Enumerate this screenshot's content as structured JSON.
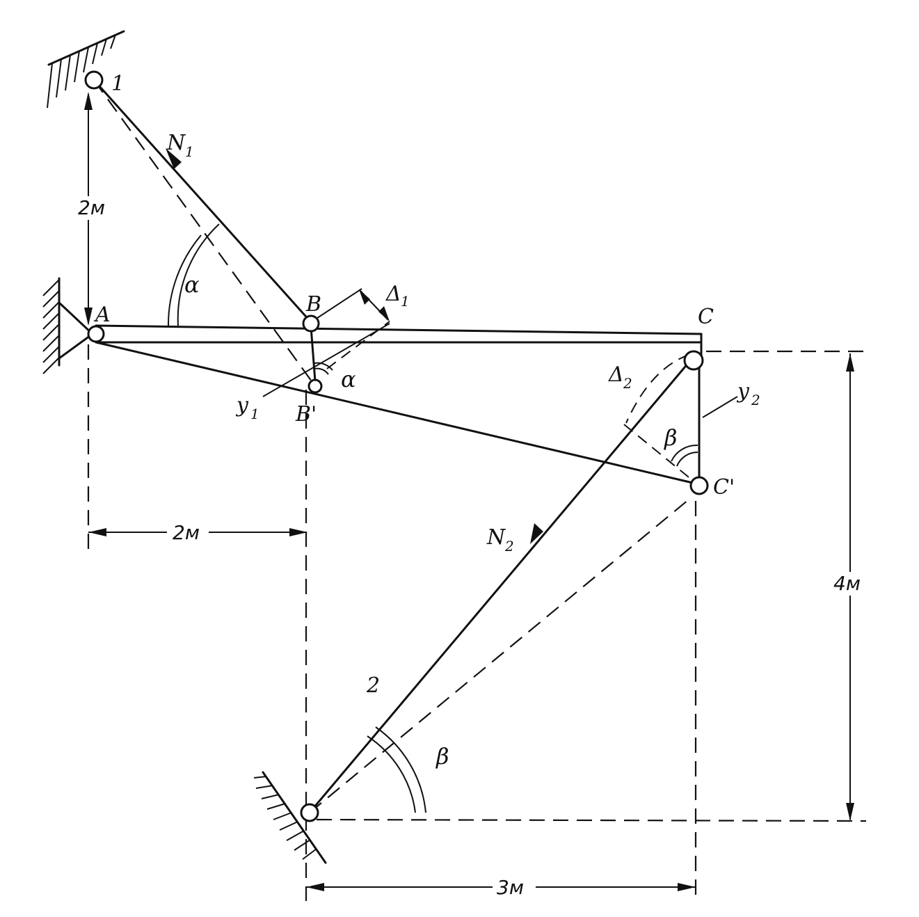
{
  "labels": {
    "support_1": "1",
    "support_2": "2",
    "point_A": "A",
    "point_B": "B",
    "point_B_prime": "B'",
    "point_C": "C",
    "point_C_prime": "C'",
    "force_N1": "N",
    "force_N1_sub": "1",
    "force_N2": "N",
    "force_N2_sub": "2",
    "delta_1": "Δ",
    "delta_1_sub": "1",
    "delta_2": "Δ",
    "delta_2_sub": "2",
    "y_1": "y",
    "y_1_sub": "1",
    "y_2": "y",
    "y_2_sub": "2",
    "alpha_top": "α",
    "alpha_bottom": "α",
    "beta_right": "β",
    "beta_bottom": "β"
  },
  "dimensions": {
    "vertical_left": "2м",
    "horizontal_AB": "2м",
    "vertical_right": "4м",
    "horizontal_bottom": "3м"
  }
}
